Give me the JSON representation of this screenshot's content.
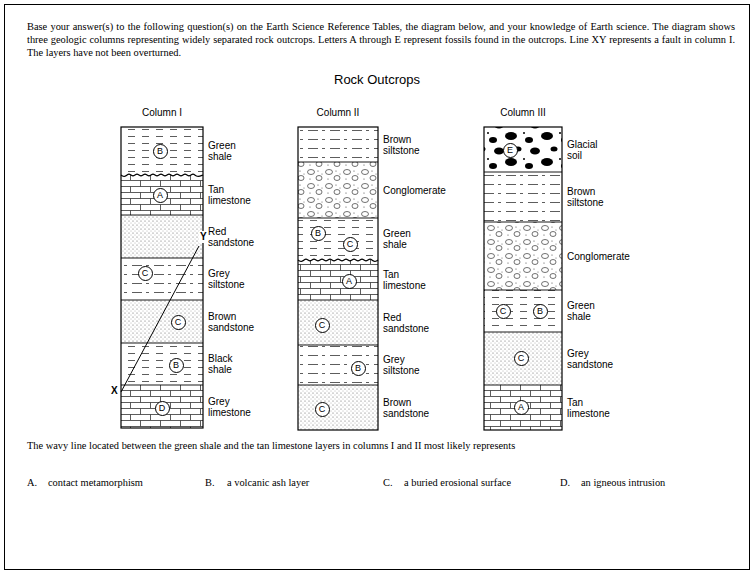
{
  "diagram": {
    "title": "Rock Outcrops",
    "nodes": [
      {
        "text": [
          "Column I"
        ]
      },
      {
        "text": [
          "Green shale"
        ],
        "in": 0
      },
      {
        "text": [
          "B"
        ],
        "in": 1
      },
      {
        "text": [
          "Tan limestone"
        ],
        "in": 0
      },
      {
        "text": [
          "A"
        ],
        "in": 3
      },
      {
        "text": [
          "Red sandstone"
        ],
        "in": 0
      },
      {
        "text": [
          "Grey siltstone"
        ],
        "in": 0
      },
      {
        "text": [
          "C"
        ],
        "in": 6
      },
      {
        "text": [
          "Brown sandstone"
        ],
        "in": 0
      },
      {
        "text": [
          "C"
        ],
        "in": 8
      },
      {
        "text": [
          "Black shale"
        ],
        "in": 0
      },
      {
        "text": [
          "B"
        ],
        "in": 10
      },
      {
        "text": [
          "Grey limestone"
        ],
        "in": 0
      },
      {
        "text": [
          "D"
        ],
        "in": 12
      },
      {
        "text": [
          "Column II"
        ]
      },
      {
        "text": [
          "Brown siltstone"
        ],
        "in": 14
      },
      {
        "text": [
          "Conglomerate"
        ],
        "in": 14
      },
      {
        "text": [
          "Green shale"
        ],
        "in": 14
      },
      {
        "text": [
          "B"
        ],
        "in": 17
      },
      {
        "text": [
          "C"
        ],
        "in": 17
      },
      {
        "text": [
          "Tan limestone"
        ],
        "in": 14
      },
      {
        "text": [
          "A"
        ],
        "in": 20
      },
      {
        "text": [
          "Red sandstone"
        ],
        "in": 14
      },
      {
        "text": [
          "C"
        ],
        "in": 22
      },
      {
        "text": [
          "Grey siltstone"
        ],
        "in": 14
      },
      {
        "text": [
          "B"
        ],
        "in": 24
      },
      {
        "text": [
          "Brown sandstone"
        ],
        "in": 14
      },
      {
        "text": [
          "C"
        ],
        "in": 26
      },
      {
        "text": [
          "Column III"
        ]
      },
      {
        "text": [
          "Glacial soil"
        ],
        "in": 28
      },
      {
        "text": [
          "E"
        ],
        "in": 29
      },
      {
        "text": [
          "Brown siltstone"
        ],
        "in": 28
      },
      {
        "text": [
          "Conglomerate"
        ],
        "in": 28
      },
      {
        "text": [
          "Green shale"
        ],
        "in": 28
      },
      {
        "text": [
          "C"
        ],
        "in": 33
      },
      {
        "text": [
          "B"
        ],
        "in": 33
      },
      {
        "text": [
          "Grey sandstone"
        ],
        "in": 28
      },
      {
        "text": [
          "C"
        ],
        "in": 36
      },
      {
        "text": [
          "Tan limestone"
        ],
        "in": 28
      },
      {
        "text": [
          "A"
        ],
        "in": 38
      }
    ],
    "labels": [
      "Base your answer(s) to the following question(s) on the Earth Science Reference Tables, the diagram below, and your knowledge of Earth science. The diagram shows three geologic columns representing widely separated rock outcrops. Letters A through E represent fossils found in the outcrops. Line XY represents a fault in column I. The layers have not been overturned.",
      "X",
      "Y",
      "The wavy line located between the green shale and the tan limestone layers in columns I and II most likely represents",
      "A.",
      "contact metamorphism",
      "B.",
      "a volcanic ash layer",
      "C.",
      "a buried erosional surface",
      "D.",
      "an igneous intrusion"
    ]
  }
}
